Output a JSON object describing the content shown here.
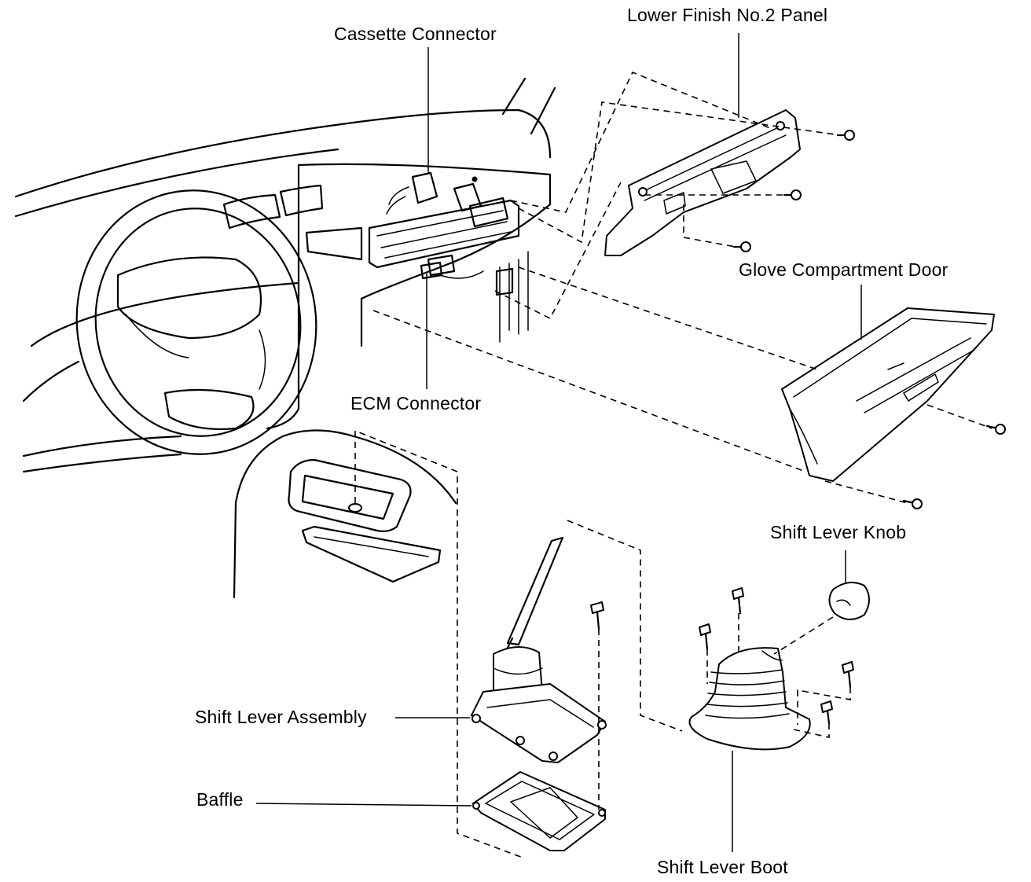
{
  "labels": {
    "lower_finish_panel": "Lower Finish No.2 Panel",
    "cassette_connector": "Cassette Connector",
    "glove_compartment_door": "Glove Compartment Door",
    "ecm_connector": "ECM Connector",
    "shift_lever_knob": "Shift Lever Knob",
    "shift_lever_assembly": "Shift Lever Assembly",
    "baffle": "Baffle",
    "shift_lever_boot": "Shift Lever Boot"
  },
  "colors": {
    "ink": "#000000",
    "paper": "#ffffff"
  }
}
